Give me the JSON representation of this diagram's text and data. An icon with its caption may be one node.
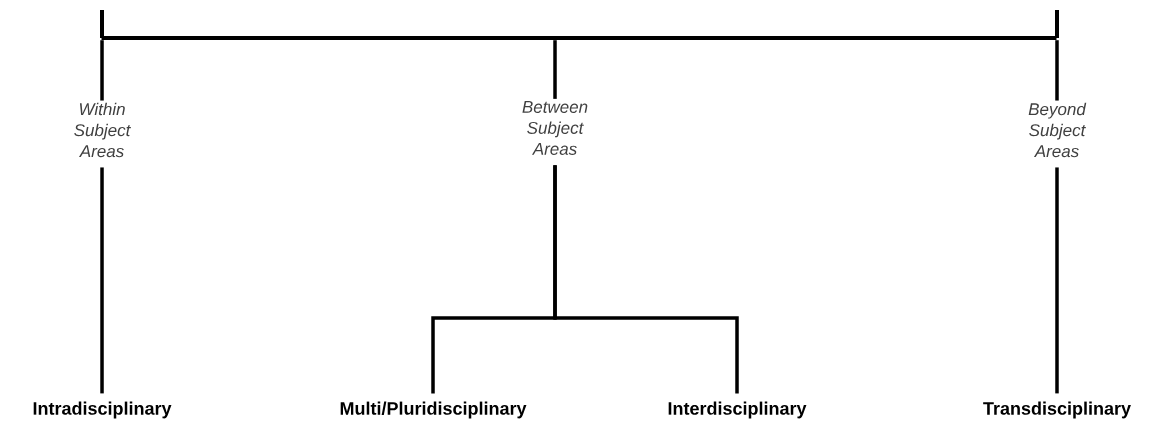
{
  "diagram": {
    "nodes": [
      {
        "text": [],
        "shape": "bar"
      },
      {
        "text": [
          "Within Subject Areas"
        ]
      },
      {
        "text": [
          "Between Subject Areas"
        ]
      },
      {
        "text": [
          "Beyond Subject Areas"
        ]
      },
      {
        "text": [
          "Intradisciplinary"
        ]
      },
      {
        "text": [
          "Multi/Pluridisciplinary"
        ]
      },
      {
        "text": [
          "Interdisciplinary"
        ]
      },
      {
        "text": [
          "Transdisciplinary"
        ]
      }
    ],
    "edges": [
      {
        "from": 0,
        "to": 1,
        "arrow": "none"
      },
      {
        "from": 0,
        "to": 2,
        "arrow": "none"
      },
      {
        "from": 0,
        "to": 3,
        "arrow": "none"
      },
      {
        "from": 1,
        "to": 4,
        "arrow": "none"
      },
      {
        "from": 2,
        "to": 5,
        "arrow": "none"
      },
      {
        "from": 2,
        "to": 6,
        "arrow": "none"
      },
      {
        "from": 3,
        "to": 7,
        "arrow": "none"
      }
    ]
  }
}
